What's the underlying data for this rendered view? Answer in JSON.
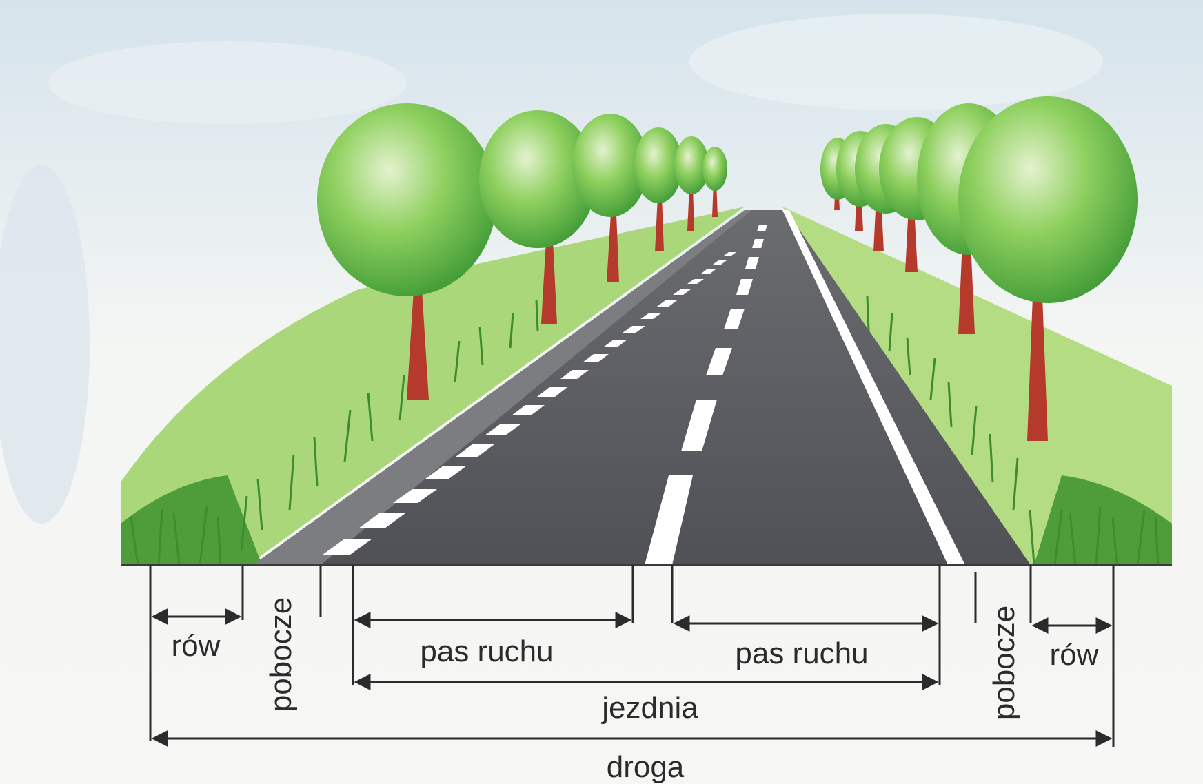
{
  "labels": {
    "row_left": "rów",
    "pobocze_left": "pobocze",
    "pas_ruchu_left": "pas ruchu",
    "pas_ruchu_right": "pas ruchu",
    "jezdnia": "jezdnia",
    "pobocze_right": "pobocze",
    "row_right": "rów",
    "droga": "droga"
  },
  "colors": {
    "asphalt": "#55575c",
    "marking": "#ffffff",
    "grass": "#8cc860",
    "trunk": "#b53a2b",
    "foliage": "#6cbd45",
    "ink": "#2b2b2b"
  }
}
